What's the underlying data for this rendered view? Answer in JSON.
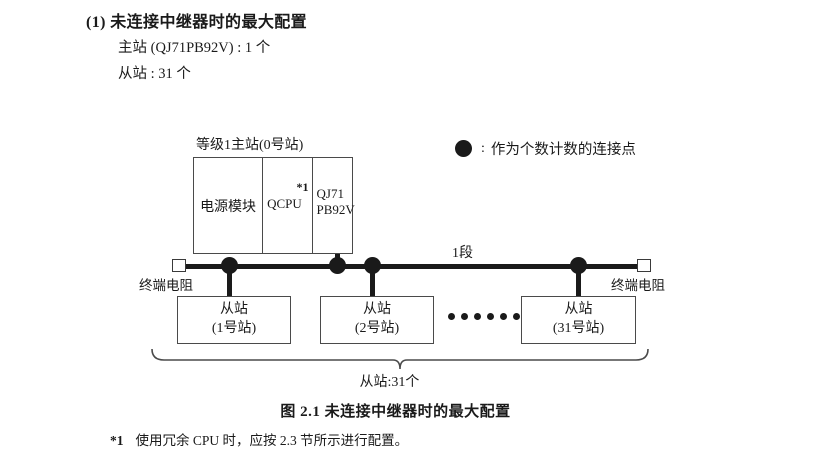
{
  "heading": {
    "title": "(1) 未连接中继器时的最大配置",
    "spec_master": "主站 (QJ71PB92V) : 1 个",
    "spec_slave": "从站 : 31 个"
  },
  "legend": {
    "symbol": "filled-circle",
    "separator": ":",
    "text": "作为个数计数的连接点"
  },
  "diagram": {
    "master_rack": {
      "label": "等级1主站(0号站)",
      "cells": [
        {
          "name": "power-module",
          "label": "电源模块"
        },
        {
          "name": "cpu-module",
          "label": "QCPU",
          "note": "*1"
        },
        {
          "name": "network-module",
          "line1": "QJ71",
          "line2": "PB92V"
        }
      ]
    },
    "bus": {
      "segment_label": "1段",
      "terminator_left_label": "终端电阻",
      "terminator_right_label": "终端电阻"
    },
    "slaves": [
      {
        "line1": "从站",
        "line2": "(1号站)"
      },
      {
        "line1": "从站",
        "line2": "(2号站)"
      },
      {
        "line1": "从站",
        "line2": "(31号站)"
      }
    ],
    "ellipsis_dots": 6,
    "brace_label": "从站:31个"
  },
  "caption": "图 2.1  未连接中继器时的最大配置",
  "footnote": {
    "marker": "*1",
    "text": "使用冗余 CPU 时，应按 2.3 节所示进行配置。"
  },
  "colors": {
    "ink": "#1a1a1a",
    "box_border": "#4a4a4a",
    "background": "#ffffff"
  }
}
